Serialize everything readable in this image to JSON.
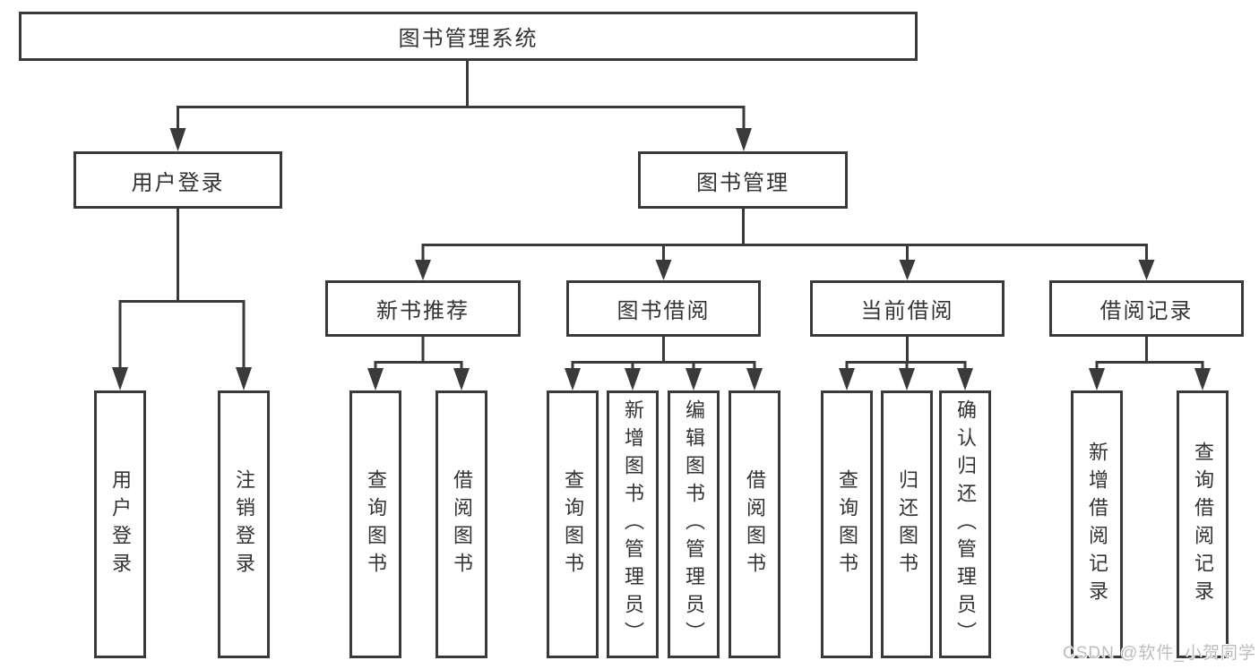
{
  "colors": {
    "line": "#3a3a3a",
    "text": "#333333",
    "background": "#ffffff",
    "watermark": "#bdbdbd"
  },
  "root": "图书管理系统",
  "level2": [
    "用户登录",
    "图书管理"
  ],
  "level3": [
    "新书推荐",
    "图书借阅",
    "当前借阅",
    "借阅记录"
  ],
  "leaves": {
    "user_login": [
      "用户登录",
      "注销登录"
    ],
    "new_book_recommend": [
      "查询图书",
      "借阅图书"
    ],
    "book_borrow": [
      "查询图书",
      "新增图书（管理员）",
      "编辑图书（管理员）",
      "借阅图书"
    ],
    "current_borrow": [
      "查询图书",
      "归还图书",
      "确认归还（管理员）"
    ],
    "borrow_record": [
      "新增借阅记录",
      "查询借阅记录"
    ]
  },
  "watermark": "CSDN @软件_小贺同学"
}
